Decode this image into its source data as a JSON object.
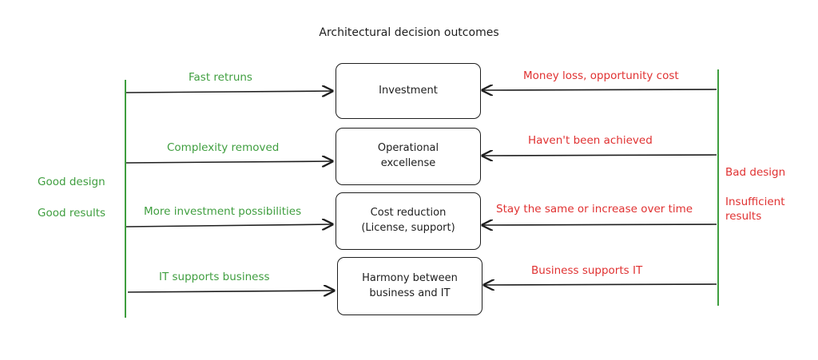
{
  "title": "Architectural decision outcomes",
  "colors": {
    "good": "#3f9e3f",
    "bad": "#e03131",
    "ink": "#1e1e1e"
  },
  "left_labels": {
    "design": "Good design",
    "results": "Good results"
  },
  "right_labels": {
    "design": "Bad design",
    "results": "Insufficient\nresults"
  },
  "outcomes": [
    {
      "box": "Investment",
      "good": "Fast retruns",
      "bad": "Money loss, opportunity cost"
    },
    {
      "box": "Operational\nexcellense",
      "good": "Complexity removed",
      "bad": "Haven't been achieved"
    },
    {
      "box": "Cost reduction\n(License, support)",
      "good": "More investment possibilities",
      "bad": "Stay the same or increase over time"
    },
    {
      "box": "Harmony between\nbusiness and IT",
      "good": "IT supports business",
      "bad": "Business supports IT"
    }
  ]
}
